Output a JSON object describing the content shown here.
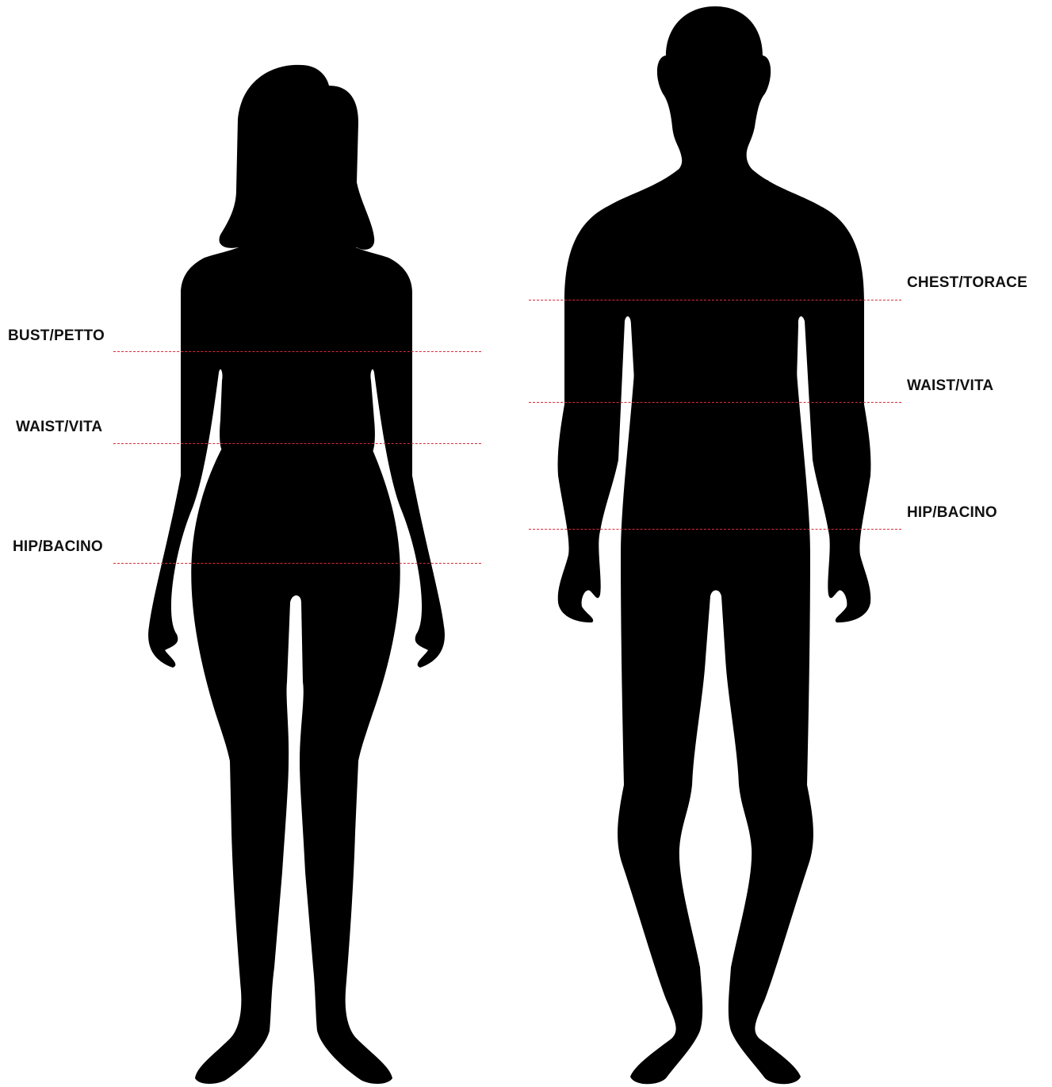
{
  "colors": {
    "silhouette": "#000000",
    "measure_line": "#d92b3a",
    "label_text": "#111111",
    "background": "#ffffff"
  },
  "female": {
    "bust_label": "BUST/PETTO",
    "waist_label": "WAIST/VITA",
    "hip_label": "HIP/BACINO"
  },
  "male": {
    "chest_label": "CHEST/TORACE",
    "waist_label": "WAIST/VITA",
    "hip_label": "HIP/BACINO"
  }
}
